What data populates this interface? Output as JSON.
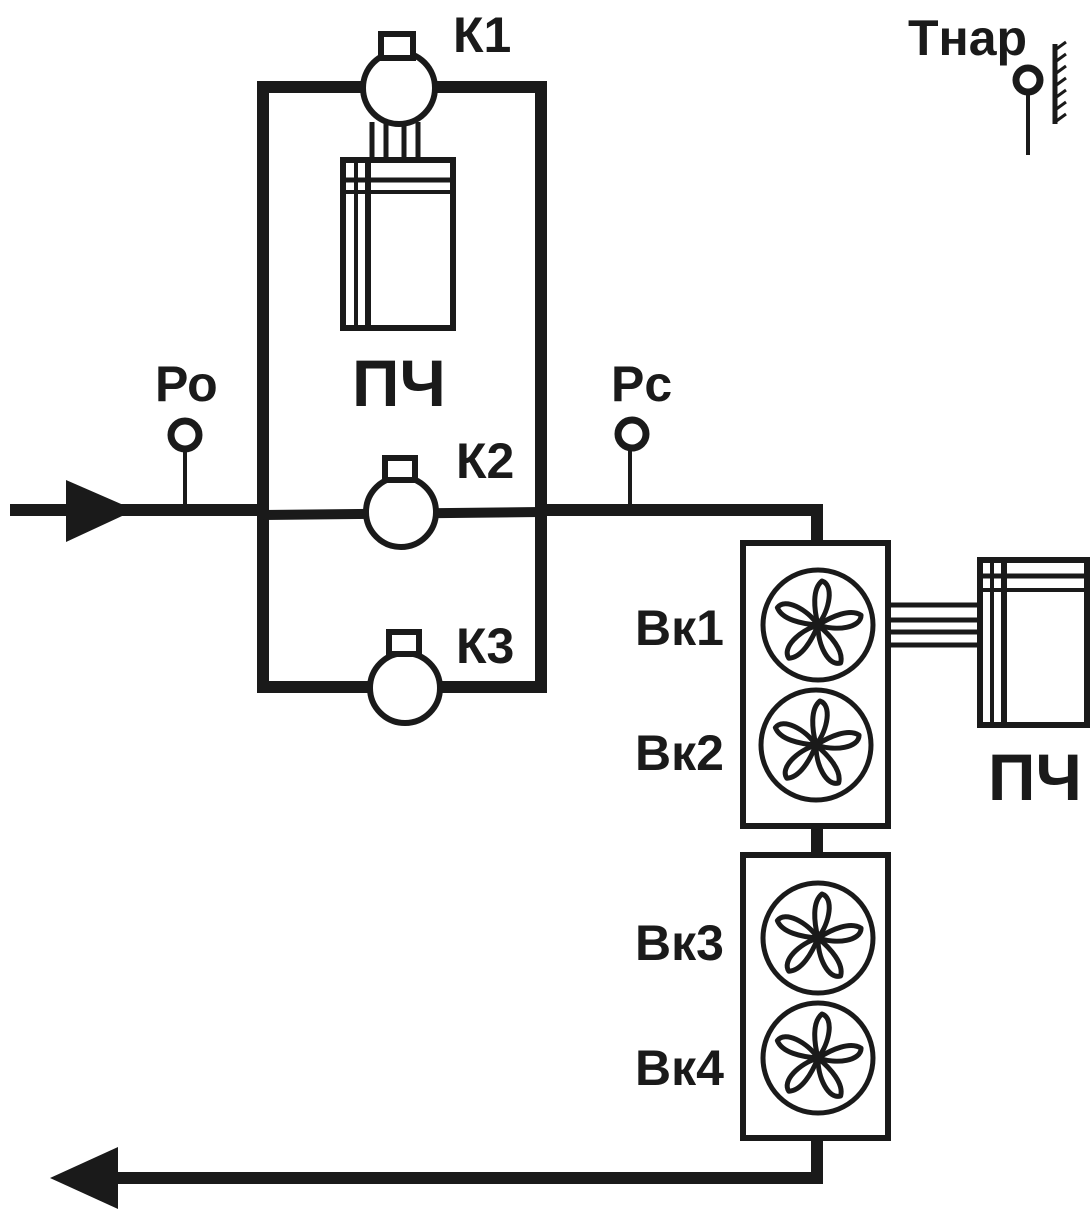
{
  "labels": {
    "k1": "К1",
    "k2": "К2",
    "k3": "К3",
    "pch_top": "ПЧ",
    "pch_right": "ПЧ",
    "po": "Ро",
    "pc": "Рс",
    "tnar": "Тнар",
    "vk1": "Вк1",
    "vk2": "Вк2",
    "vk3": "Вк3",
    "vk4": "Вк4"
  },
  "colors": {
    "stroke": "#1a1a1a",
    "background": "#ffffff"
  }
}
